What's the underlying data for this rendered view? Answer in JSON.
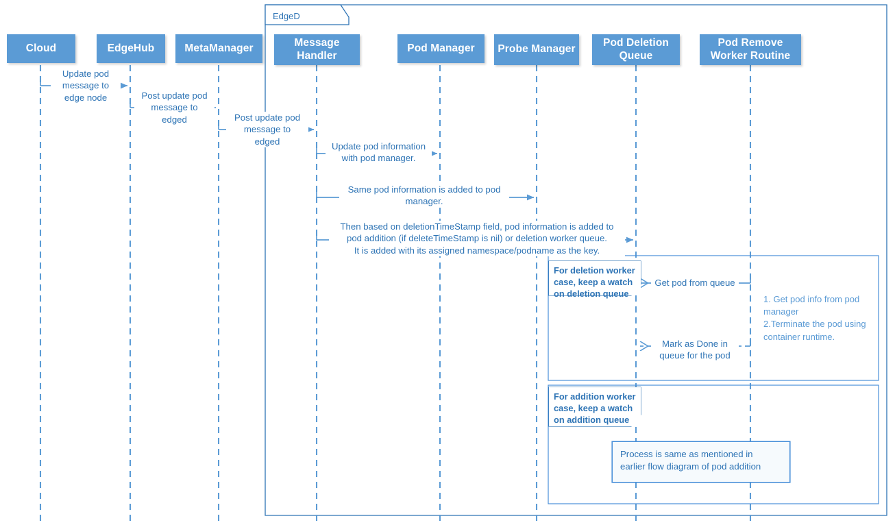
{
  "diagram": {
    "type": "sequence-diagram",
    "title": "EdgeD pod update / deletion sequence",
    "frame": {
      "label": "EdgeD"
    },
    "colors": {
      "actor_fill": "#5B9BD5",
      "actor_text": "#FFFFFF",
      "line": "#5B9BD5",
      "text": "#2E74B5",
      "note_fill": "#F6FAFD",
      "background": "#FFFFFF"
    },
    "participants": [
      {
        "id": "cloud",
        "label": "Cloud"
      },
      {
        "id": "edgehub",
        "label": "EdgeHub"
      },
      {
        "id": "metamanager",
        "label": "MetaManager"
      },
      {
        "id": "msghandler",
        "label": "Message\nHandler"
      },
      {
        "id": "podmanager",
        "label": "Pod Manager"
      },
      {
        "id": "probemanager",
        "label": "Probe\nManager"
      },
      {
        "id": "deletequeue",
        "label": "Pod Deletion\nQueue"
      },
      {
        "id": "removeworker",
        "label": "Pod Remove\nWorker Routine"
      }
    ],
    "messages": [
      {
        "id": "m1",
        "from": "cloud",
        "to": "edgehub",
        "text": "Update pod\nmessage to\nedge node",
        "kind": "sync"
      },
      {
        "id": "m2",
        "from": "edgehub",
        "to": "metamanager",
        "text": "Post update pod\nmessage to\nedged",
        "kind": "sync"
      },
      {
        "id": "m3",
        "from": "metamanager",
        "to": "msghandler",
        "text": "Post update pod\nmessage to\nedged",
        "kind": "sync"
      },
      {
        "id": "m4",
        "from": "msghandler",
        "to": "podmanager",
        "text": "Update pod information\nwith pod manager.",
        "kind": "sync"
      },
      {
        "id": "m5",
        "from": "msghandler",
        "to": "probemanager",
        "text": "Same pod information is added to pod\nmanager.",
        "kind": "sync"
      },
      {
        "id": "m6",
        "from": "msghandler",
        "to": "deletequeue",
        "text": "Then based on deletionTimeStamp field, pod information is added to\npod addition (if deleteTimeStamp is nil) or deletion worker queue.\nIt is added with its assigned namespace/podname as the key.",
        "kind": "sync"
      },
      {
        "id": "m7",
        "from": "removeworker",
        "to": "deletequeue",
        "text": "Get pod from queue",
        "kind": "sync-left"
      },
      {
        "id": "m8",
        "from": "removeworker",
        "to": "deletequeue",
        "text": "Mark as Done in\nqueue for the pod",
        "kind": "return-left"
      }
    ],
    "notes": [
      {
        "id": "n1",
        "style": "callout",
        "text": "For deletion worker\ncase, keep a watch\non deletion queue"
      },
      {
        "id": "n2",
        "style": "callout",
        "text": "For addition worker\ncase, keep a watch\non addition queue"
      },
      {
        "id": "n3",
        "style": "plain",
        "text": "Process is same as mentioned in\nearlier flow diagram of pod addition"
      },
      {
        "id": "n4",
        "style": "side",
        "text": "1. Get pod info from pod\nmanager\n2.Terminate the pod using\ncontainer runtime."
      }
    ],
    "fragments": [
      {
        "id": "f1",
        "name": "deletion-worker-fragment"
      },
      {
        "id": "f2",
        "name": "addition-worker-fragment"
      }
    ]
  }
}
